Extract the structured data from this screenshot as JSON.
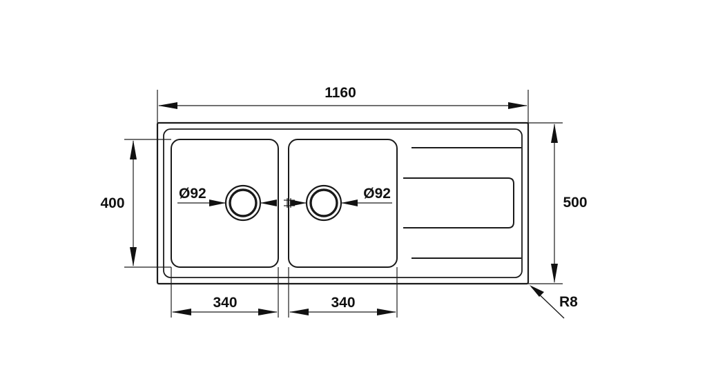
{
  "dimensions": {
    "overall_width": "1160",
    "overall_depth": "500",
    "bowl_depth": "400",
    "bowl_left_width": "340",
    "bowl_right_width": "340",
    "drain_left": "Ø92",
    "drain_right": "Ø92",
    "corner_radius": "R8"
  }
}
